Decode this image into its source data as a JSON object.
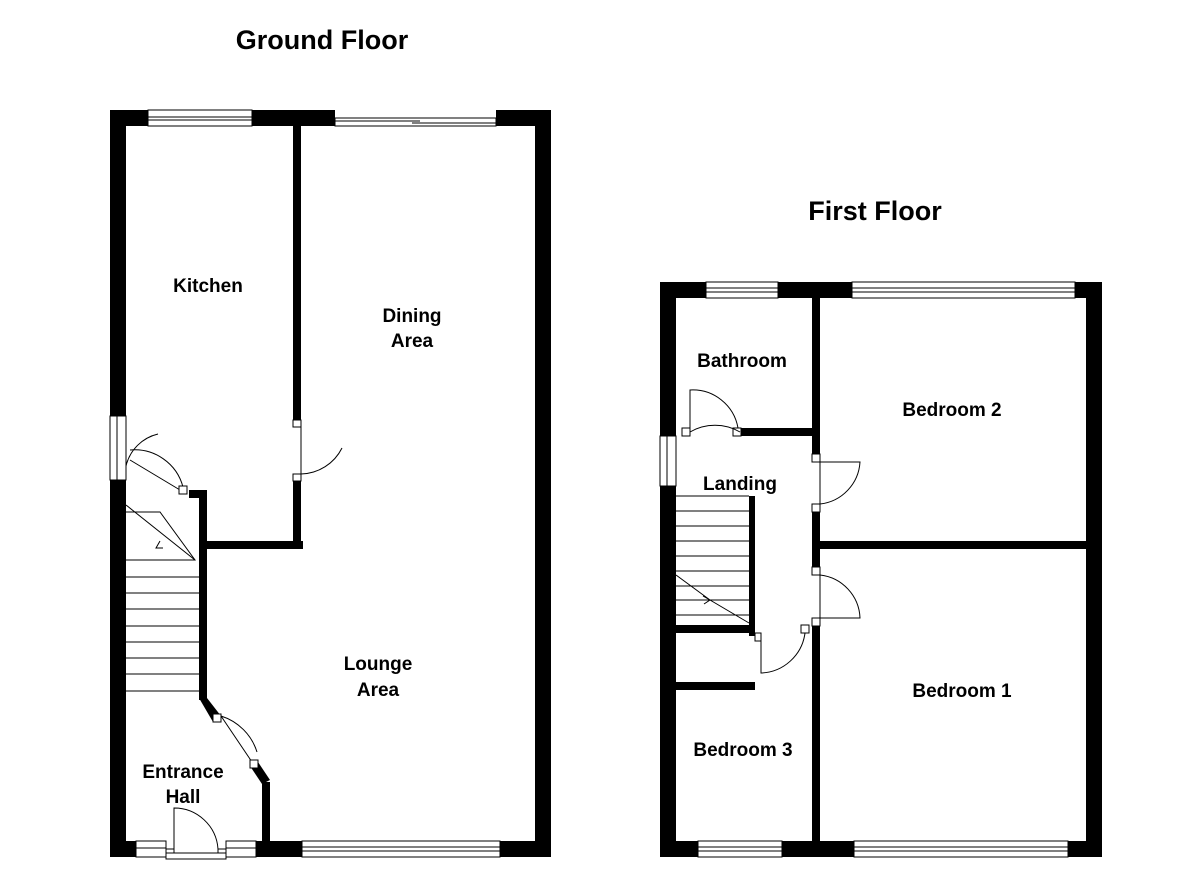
{
  "floors": {
    "ground": {
      "title": "Ground Floor",
      "rooms": {
        "kitchen": "Kitchen",
        "dining_line1": "Dining",
        "dining_line2": "Area",
        "lounge_line1": "Lounge",
        "lounge_line2": "Area",
        "hall_line1": "Entrance",
        "hall_line2": "Hall"
      }
    },
    "first": {
      "title": "First Floor",
      "rooms": {
        "bathroom": "Bathroom",
        "bedroom2": "Bedroom 2",
        "landing": "Landing",
        "bedroom1": "Bedroom 1",
        "bedroom3": "Bedroom 3"
      }
    }
  }
}
